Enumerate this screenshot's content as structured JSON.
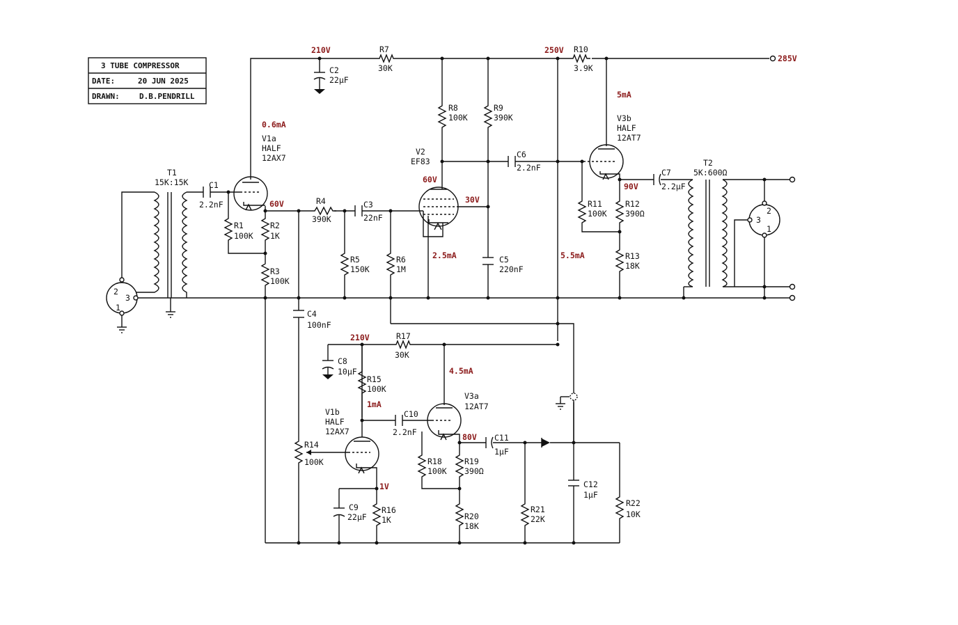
{
  "title_block": {
    "title": "3 TUBE COMPRESSOR",
    "date_label": "DATE:",
    "date_value": "20 JUN  2025",
    "drawn_label": "DRAWN:",
    "drawn_value": "D.B.PENDRILL"
  },
  "colors": {
    "ink": "#111111",
    "annotation": "#8b1a1a",
    "background": "#ffffff"
  },
  "annotations": {
    "v210_top": "210V",
    "v250": "250V",
    "v285": "285V",
    "i_v1a": "0.6mA",
    "v60_v1a": "60V",
    "v60_v2": "60V",
    "v30": "30V",
    "i_v2": "2.5mA",
    "i_55": "5.5mA",
    "i_v3b": "5mA",
    "v90": "90V",
    "v210_low": "210V",
    "i_v3a": "4.5mA",
    "i_v1b": "1mA",
    "v80": "80V",
    "v1": "1V"
  },
  "components": {
    "t1": {
      "name": "T1",
      "value": "15K:15K"
    },
    "t2": {
      "name": "T2",
      "value": "5K:600Ω"
    },
    "c1": {
      "name": "C1",
      "value": "2.2nF"
    },
    "c2": {
      "name": "C2",
      "value": "22μF"
    },
    "c3": {
      "name": "C3",
      "value": "22nF"
    },
    "c4": {
      "name": "C4",
      "value": "100nF"
    },
    "c5": {
      "name": "C5",
      "value": "220nF"
    },
    "c6": {
      "name": "C6",
      "value": "2.2nF"
    },
    "c7": {
      "name": "C7",
      "value": "2.2μF"
    },
    "c8": {
      "name": "C8",
      "value": "10μF"
    },
    "c9": {
      "name": "C9",
      "value": "22μF"
    },
    "c10": {
      "name": "C10",
      "value": "2.2nF"
    },
    "c11": {
      "name": "C11",
      "value": "1μF"
    },
    "c12": {
      "name": "C12",
      "value": "1μF"
    },
    "r1": {
      "name": "R1",
      "value": "100K"
    },
    "r2": {
      "name": "R2",
      "value": "1K"
    },
    "r3": {
      "name": "R3",
      "value": "100K"
    },
    "r4": {
      "name": "R4",
      "value": "390K"
    },
    "r5": {
      "name": "R5",
      "value": "150K"
    },
    "r6": {
      "name": "R6",
      "value": "1M"
    },
    "r7": {
      "name": "R7",
      "value": "30K"
    },
    "r8": {
      "name": "R8",
      "value": "100K"
    },
    "r9": {
      "name": "R9",
      "value": "390K"
    },
    "r10": {
      "name": "R10",
      "value": "3.9K"
    },
    "r11": {
      "name": "R11",
      "value": "100K"
    },
    "r12": {
      "name": "R12",
      "value": "390Ω"
    },
    "r13": {
      "name": "R13",
      "value": "18K"
    },
    "r14": {
      "name": "R14",
      "value": "100K"
    },
    "r15": {
      "name": "R15",
      "value": "100K"
    },
    "r16": {
      "name": "R16",
      "value": "1K"
    },
    "r17": {
      "name": "R17",
      "value": "30K"
    },
    "r18": {
      "name": "R18",
      "value": "100K"
    },
    "r19": {
      "name": "R19",
      "value": "390Ω"
    },
    "r20": {
      "name": "R20",
      "value": "18K"
    },
    "r21": {
      "name": "R21",
      "value": "22K"
    },
    "r22": {
      "name": "R22",
      "value": "10K"
    }
  },
  "tubes": {
    "v1a": {
      "name": "V1a",
      "type1": "HALF",
      "type2": "12AX7"
    },
    "v1b": {
      "name": "V1b",
      "type1": "HALF",
      "type2": "12AX7"
    },
    "v2": {
      "name": "V2",
      "type1": "EF83"
    },
    "v3a": {
      "name": "V3a",
      "type1": "12AT7"
    },
    "v3b": {
      "name": "V3b",
      "type1": "HALF",
      "type2": "12AT7"
    }
  },
  "connectors": {
    "in_pin2": "2",
    "in_pin3": "3",
    "in_pin1": "1",
    "out_pin2": "2",
    "out_pin3": "3",
    "out_pin1": "1"
  }
}
